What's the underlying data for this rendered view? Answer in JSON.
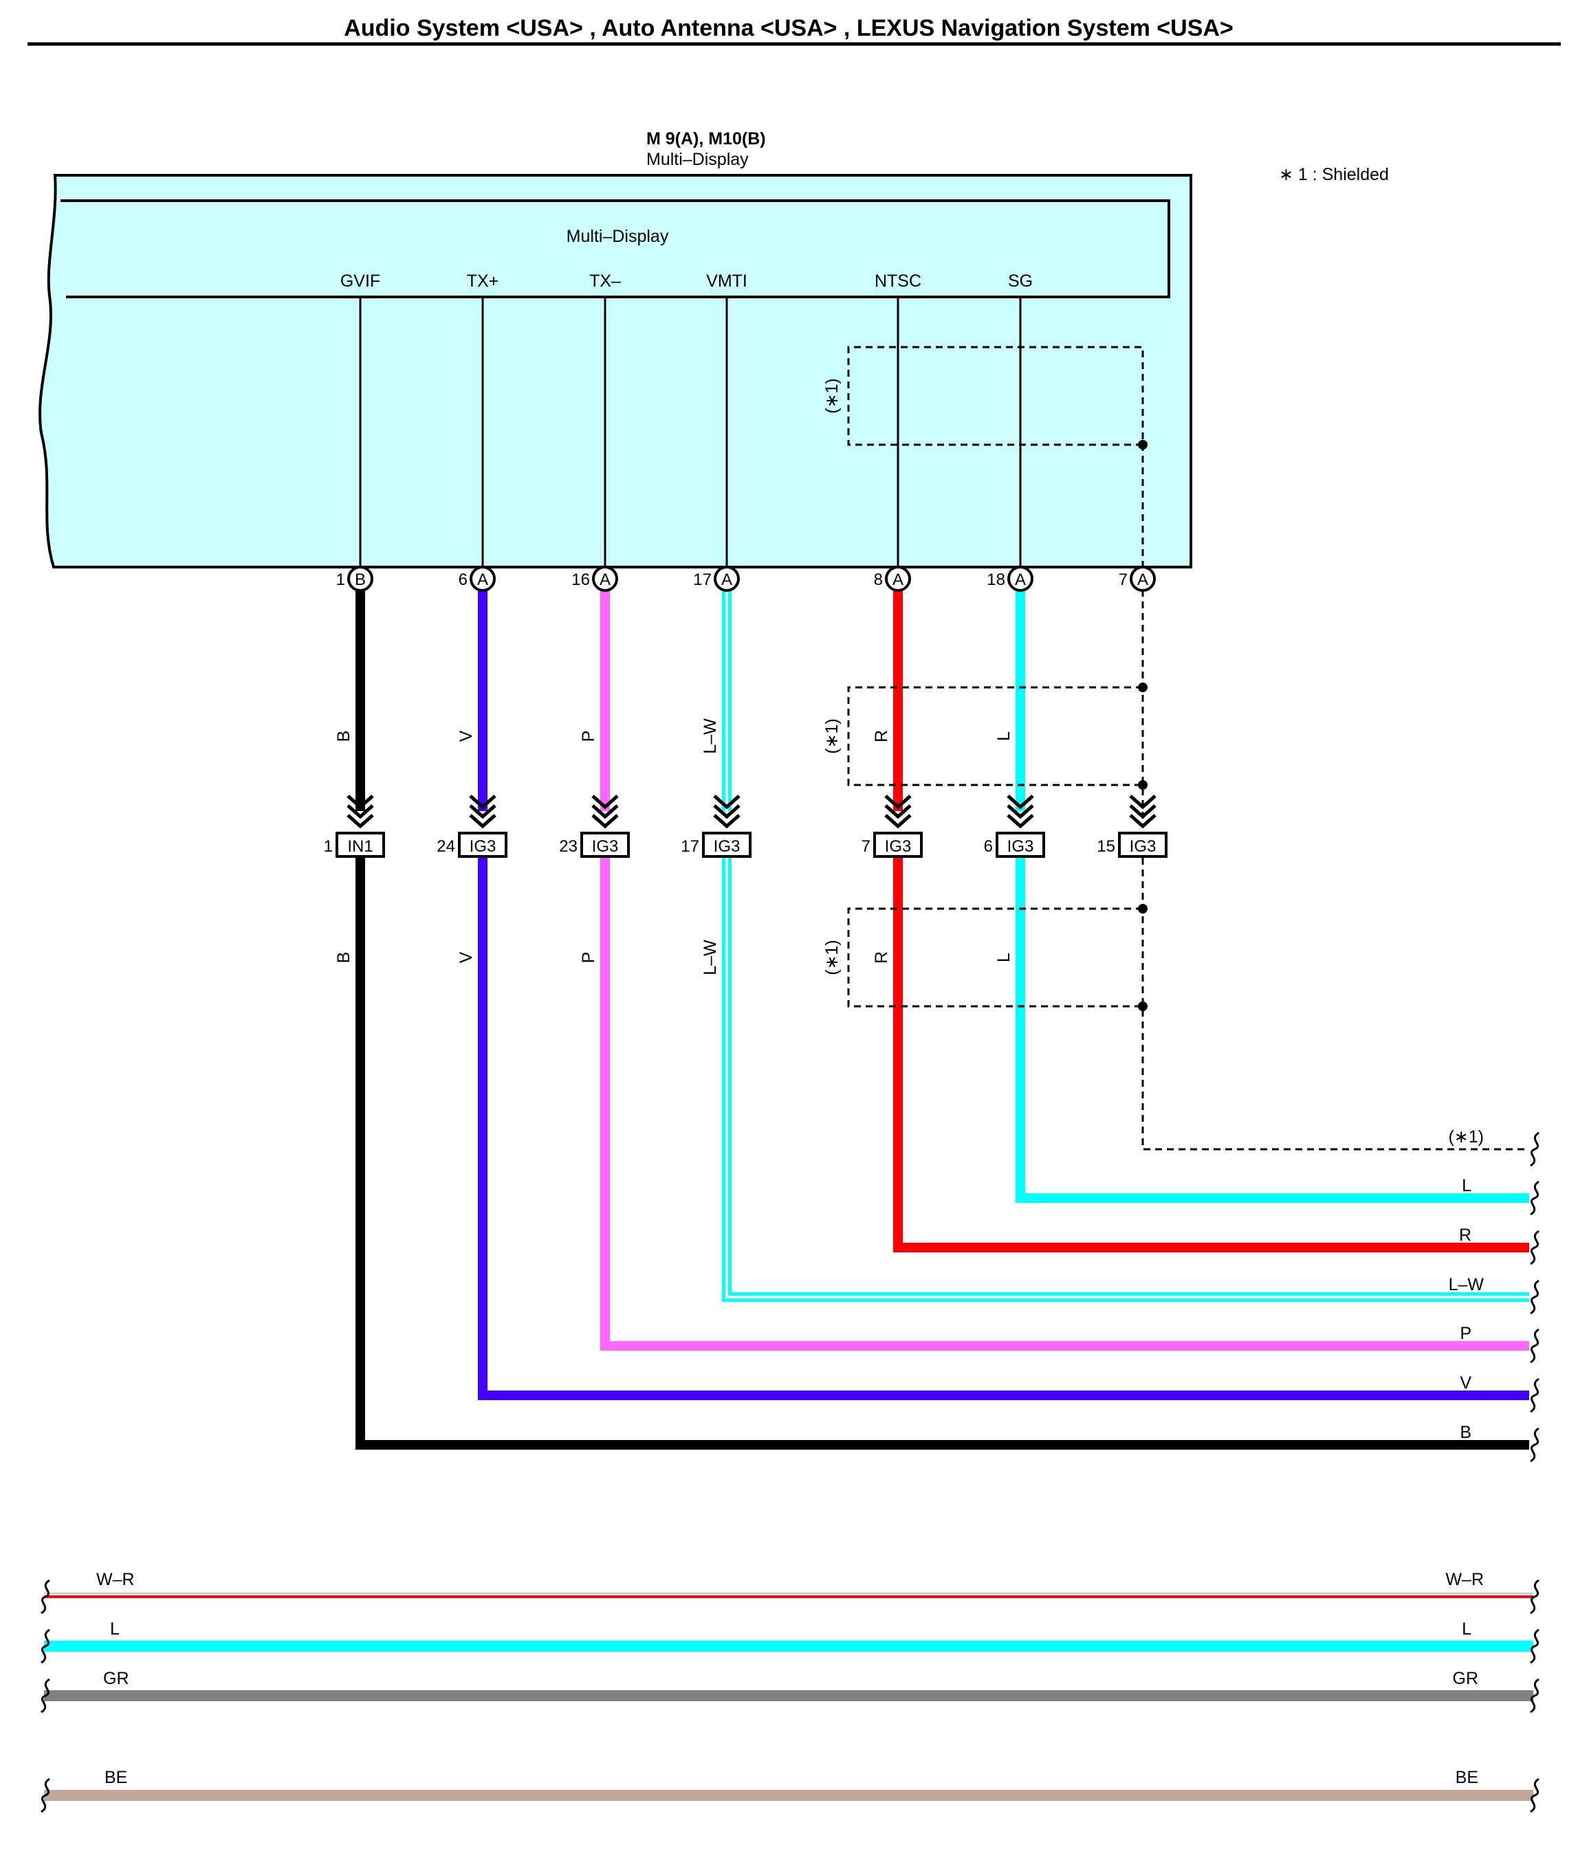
{
  "header": {
    "title": "Audio System <USA> , Auto Antenna <USA> , LEXUS Navigation System <USA>"
  },
  "component": {
    "code": "M 9(A), M10(B)",
    "name": "Multi–Display",
    "inner_label": "Multi–Display",
    "fill_color": "#ccffff"
  },
  "legend": {
    "shielded_note": "∗ 1 : Shielded",
    "shield_tag": "(∗1)"
  },
  "terminals": [
    "GVIF",
    "TX+",
    "TX–",
    "VMTI",
    "NTSC",
    "SG"
  ],
  "upper_pins": [
    {
      "num": "1",
      "conn": "B"
    },
    {
      "num": "6",
      "conn": "A"
    },
    {
      "num": "16",
      "conn": "A"
    },
    {
      "num": "17",
      "conn": "A"
    },
    {
      "num": "8",
      "conn": "A"
    },
    {
      "num": "18",
      "conn": "A"
    },
    {
      "num": "7",
      "conn": "A"
    }
  ],
  "junctions": [
    {
      "num": "1",
      "conn": "IN1"
    },
    {
      "num": "24",
      "conn": "IG3"
    },
    {
      "num": "23",
      "conn": "IG3"
    },
    {
      "num": "17",
      "conn": "IG3"
    },
    {
      "num": "7",
      "conn": "IG3"
    },
    {
      "num": "6",
      "conn": "IG3"
    },
    {
      "num": "15",
      "conn": "IG3"
    }
  ],
  "wires": [
    {
      "code": "B",
      "color": "#000000"
    },
    {
      "code": "V",
      "color": "#4400ff"
    },
    {
      "code": "P",
      "color": "#ff66ff"
    },
    {
      "code": "L–W",
      "color": "#00ffff"
    },
    {
      "code": "R",
      "color": "#ff0000"
    },
    {
      "code": "L",
      "color": "#00ffff"
    }
  ],
  "right_exits": [
    {
      "label": "(∗1)"
    },
    {
      "label": "L"
    },
    {
      "label": "R"
    },
    {
      "label": "L–W"
    },
    {
      "label": "P"
    },
    {
      "label": "V"
    },
    {
      "label": "B"
    }
  ],
  "bottom_lines": [
    {
      "left_label": "W–R",
      "right_label": "W–R",
      "color": "#ff0000"
    },
    {
      "left_label": "L",
      "right_label": "L",
      "color": "#00ffff"
    },
    {
      "left_label": "GR",
      "right_label": "GR",
      "color": "#808080"
    },
    {
      "left_label": "BE",
      "right_label": "BE",
      "color": "#c0a898"
    }
  ]
}
